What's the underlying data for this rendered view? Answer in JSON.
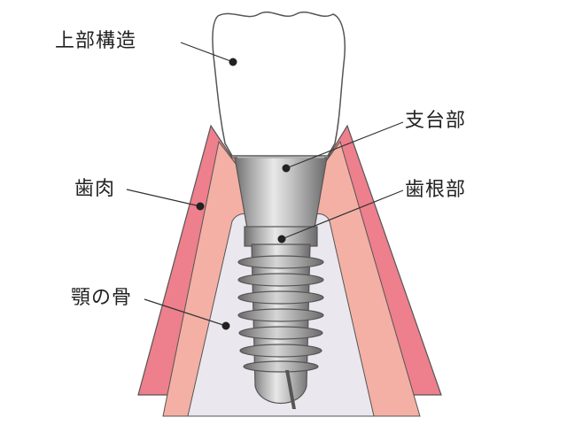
{
  "labels": {
    "crown": "上部構造",
    "abutment": "支台部",
    "gum": "歯肉",
    "implant_root": "歯根部",
    "jawbone": "顎の骨"
  },
  "colors": {
    "gum_outer": "#ee7f8c",
    "gum_inner": "#f4b0a4",
    "bone": "#ebe7ee",
    "crown_fill": "#ffffff",
    "outline": "#555555",
    "leader": "#333333",
    "metal_light": "#e6e6e6",
    "metal_mid": "#a8a8a8",
    "metal_dark": "#6e6e6e"
  }
}
